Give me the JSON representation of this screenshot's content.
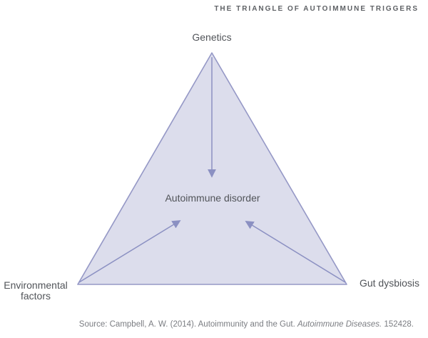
{
  "title": "THE TRIANGLE OF AUTOIMMUNE TRIGGERS",
  "diagram": {
    "type": "triangle",
    "center_label": "Autoimmune disorder",
    "vertices": [
      {
        "id": "genetics",
        "label": "Genetics",
        "position": "top"
      },
      {
        "id": "environmental-factors",
        "label": "Environmental factors",
        "position": "bottom-left"
      },
      {
        "id": "gut-dysbiosis",
        "label": "Gut dysbiosis",
        "position": "bottom-right"
      }
    ],
    "arrows": [
      {
        "from": "genetics",
        "to": "center"
      },
      {
        "from": "environmental-factors",
        "to": "center"
      },
      {
        "from": "gut-dysbiosis",
        "to": "center"
      }
    ],
    "colors": {
      "triangle_fill": "#dcddec",
      "triangle_stroke": "#9598c6",
      "arrow": "#8b90c2",
      "title_text": "#5f6266",
      "label_text": "#515459",
      "source_text": "#7b7d82"
    }
  },
  "source": {
    "prefix": "Source: Campbell, A. W. (2014). Autoimmunity and the Gut. ",
    "journal": "Autoimmune Diseases.",
    "suffix": " 152428."
  }
}
